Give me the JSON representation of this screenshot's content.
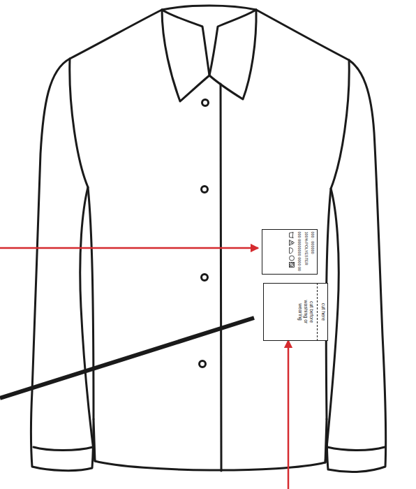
{
  "diagram": {
    "nodes": [
      {
        "text": [
          "000 : 000000",
          "100% POLYESTER",
          "000 00000000 0000 00"
        ]
      },
      {
        "text": [
          "cut here",
          "cut before washing or wearing"
        ]
      }
    ]
  }
}
